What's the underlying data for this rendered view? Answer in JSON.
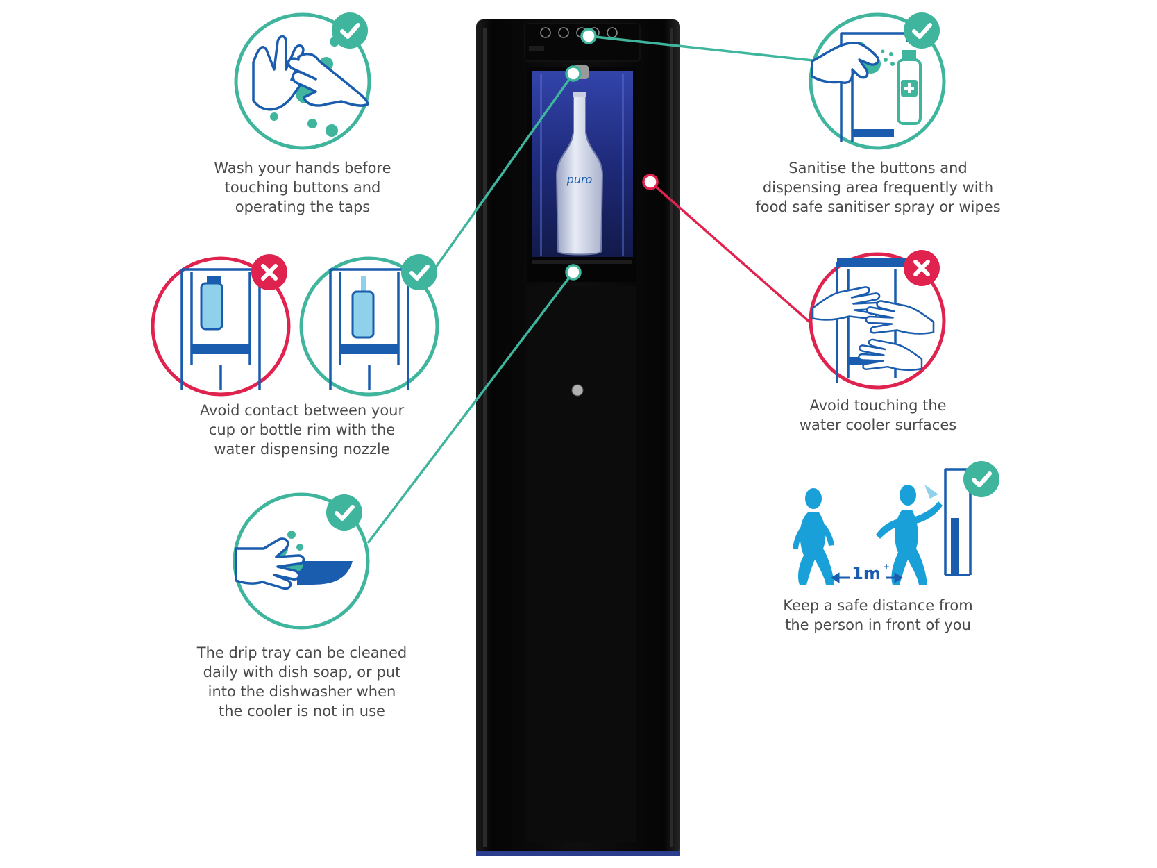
{
  "colors": {
    "good": "#3fb59d",
    "bad": "#e0234e",
    "blue": "#1a5cad",
    "light_blue": "#8fd0ea",
    "cooler": "#0d0d0d",
    "text": "#4a4a4a"
  },
  "callouts": {
    "wash_hands": {
      "icon": "wash-hands-icon",
      "status": "check",
      "lines": [
        "Wash your hands before",
        "touching buttons and",
        "operating the taps"
      ]
    },
    "avoid_rim_contact": {
      "icon": "bottle-nozzle-icon",
      "status": "cross-and-check",
      "lines": [
        "Avoid contact between your",
        "cup or bottle rim with the",
        "water dispensing nozzle"
      ]
    },
    "drip_tray": {
      "icon": "clean-drip-tray-icon",
      "status": "check",
      "lines": [
        "The drip tray can be cleaned",
        "daily with dish soap, or put",
        "into the dishwasher when",
        "the cooler is not in use"
      ]
    },
    "sanitise": {
      "icon": "sanitiser-spray-icon",
      "status": "check",
      "lines": [
        "Sanitise the buttons and",
        "dispensing area frequently with",
        "food safe sanitiser spray or wipes"
      ]
    },
    "avoid_surfaces": {
      "icon": "hands-touching-cooler-icon",
      "status": "cross",
      "lines": [
        "Avoid touching the",
        "water cooler surfaces"
      ]
    },
    "distance": {
      "icon": "social-distance-icon",
      "status": "check",
      "distance_label": "1m",
      "distance_superscript": "+",
      "lines": [
        "Keep a safe distance from",
        "the person in front of you"
      ]
    }
  },
  "cooler": {
    "bottle_label": "puro"
  }
}
